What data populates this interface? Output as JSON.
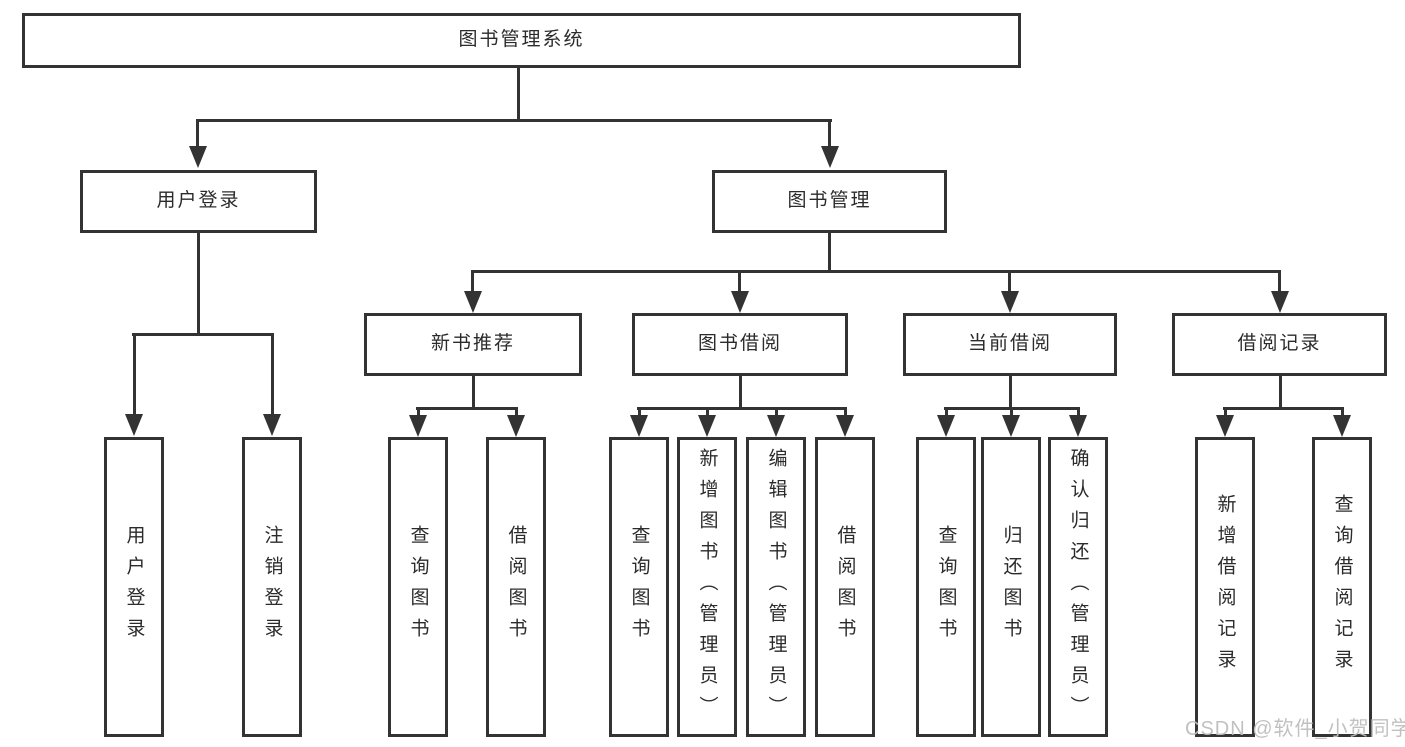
{
  "diagram": {
    "root": {
      "label": "图书管理系统"
    },
    "branches": [
      {
        "label": "用户登录",
        "children": [
          {
            "label": "用户登录"
          },
          {
            "label": "注销登录"
          }
        ]
      },
      {
        "label": "图书管理",
        "children": [
          {
            "label": "新书推荐",
            "children": [
              {
                "label": "查询图书"
              },
              {
                "label": "借阅图书"
              }
            ]
          },
          {
            "label": "图书借阅",
            "children": [
              {
                "label": "查询图书"
              },
              {
                "label": "新增图书（管理员）"
              },
              {
                "label": "编辑图书（管理员）"
              },
              {
                "label": "借阅图书"
              }
            ]
          },
          {
            "label": "当前借阅",
            "children": [
              {
                "label": "查询图书"
              },
              {
                "label": "归还图书"
              },
              {
                "label": "确认归还（管理员）"
              }
            ]
          },
          {
            "label": "借阅记录",
            "children": [
              {
                "label": "新增借阅记录"
              },
              {
                "label": "查询借阅记录"
              }
            ]
          }
        ]
      }
    ],
    "watermark": {
      "text": "CSDN @软件_小贺同学"
    },
    "colors": {
      "line": "#333333",
      "text": "#2b2b2b",
      "background": "#ffffff",
      "watermark": "#bebebe"
    }
  }
}
